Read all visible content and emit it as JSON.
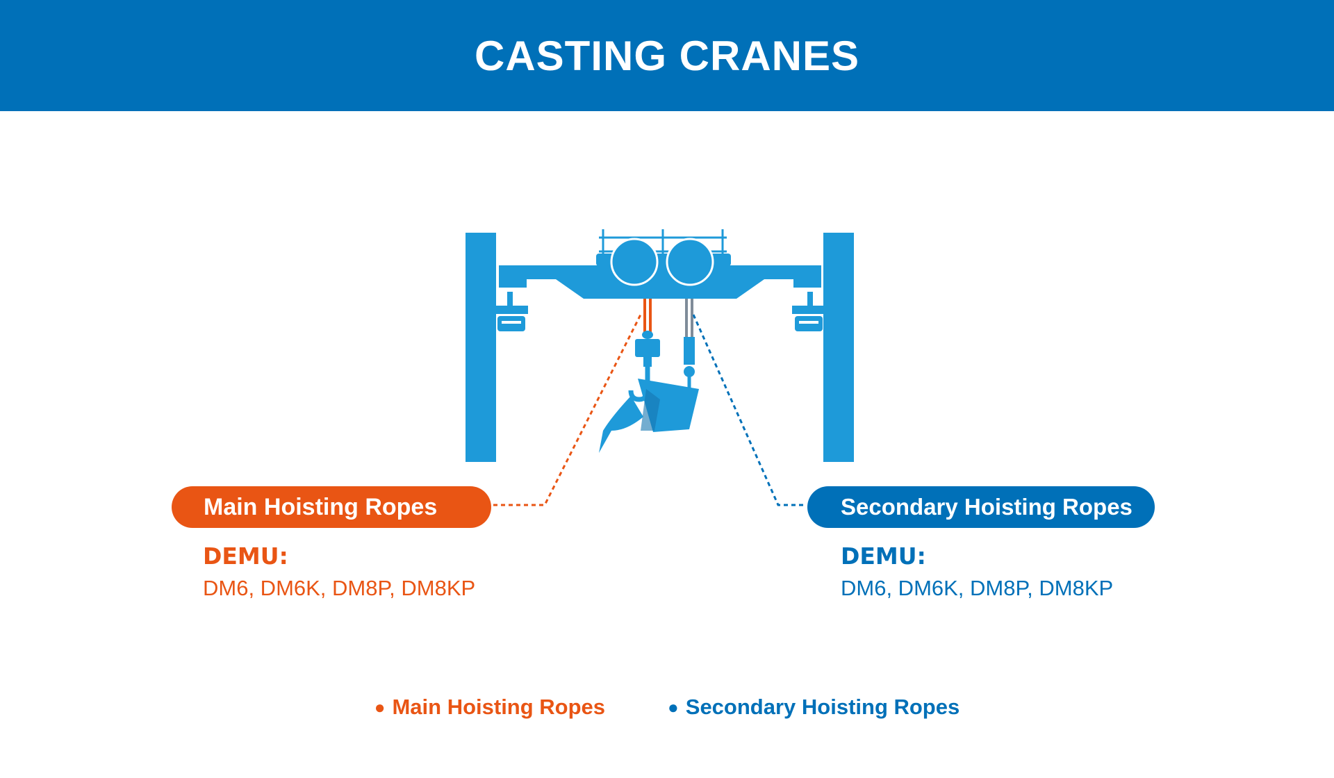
{
  "title": "CASTING CRANES",
  "colors": {
    "header_bg": "#0070b8",
    "main_rope": "#e95514",
    "secondary_rope": "#0070b8",
    "crane": "#1e9ad9"
  },
  "callouts": {
    "main": {
      "label": "Main Hoisting Ropes",
      "brand": "DEMU:",
      "models": "DM6, DM6K, DM8P, DM8KP"
    },
    "secondary": {
      "label": "Secondary Hoisting Ropes",
      "brand": "DEMU:",
      "models": "DM6, DM6K, DM8P, DM8KP"
    }
  },
  "legend": {
    "main": "Main Hoisting Ropes",
    "secondary": "Secondary Hoisting Ropes",
    "bullet": "●"
  }
}
